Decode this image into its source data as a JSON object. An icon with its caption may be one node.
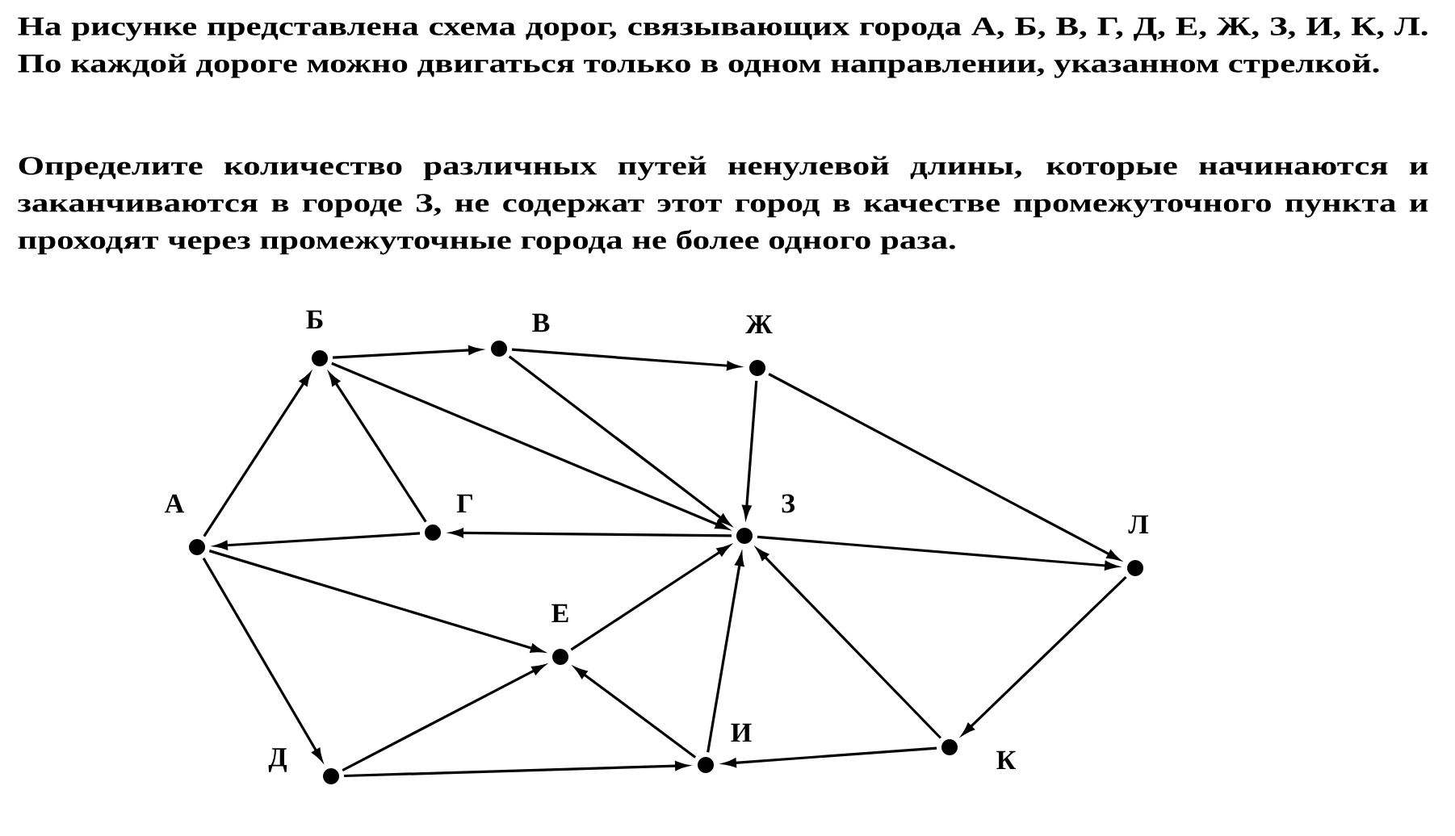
{
  "diagram": {
    "nodes": [
      {
        "text": [
          "А"
        ]
      },
      {
        "text": [
          "Б"
        ]
      },
      {
        "text": [
          "В"
        ]
      },
      {
        "text": [
          "Ж"
        ]
      },
      {
        "text": [
          "Г"
        ]
      },
      {
        "text": [
          "З"
        ]
      },
      {
        "text": [
          "Л"
        ]
      },
      {
        "text": [
          "Е"
        ]
      },
      {
        "text": [
          "Д"
        ]
      },
      {
        "text": [
          "И"
        ]
      },
      {
        "text": [
          "К"
        ]
      }
    ],
    "edges": [
      {
        "from": 0,
        "to": 1,
        "arrow": "to"
      },
      {
        "from": 1,
        "to": 2,
        "arrow": "to"
      },
      {
        "from": 2,
        "to": 3,
        "arrow": "to"
      },
      {
        "from": 1,
        "to": 5,
        "arrow": "to"
      },
      {
        "from": 2,
        "to": 5,
        "arrow": "to"
      },
      {
        "from": 3,
        "to": 5,
        "arrow": "to"
      },
      {
        "from": 3,
        "to": 6,
        "arrow": "to"
      },
      {
        "from": 4,
        "to": 1,
        "arrow": "to"
      },
      {
        "from": 5,
        "to": 4,
        "arrow": "to"
      },
      {
        "from": 4,
        "to": 0,
        "arrow": "to"
      },
      {
        "from": 5,
        "to": 6,
        "arrow": "to"
      },
      {
        "from": 0,
        "to": 7,
        "arrow": "to"
      },
      {
        "from": 0,
        "to": 8,
        "arrow": "to"
      },
      {
        "from": 8,
        "to": 7,
        "arrow": "to"
      },
      {
        "from": 8,
        "to": 9,
        "arrow": "to"
      },
      {
        "from": 9,
        "to": 7,
        "arrow": "to"
      },
      {
        "from": 7,
        "to": 5,
        "arrow": "to"
      },
      {
        "from": 9,
        "to": 5,
        "arrow": "to"
      },
      {
        "from": 10,
        "to": 5,
        "arrow": "to"
      },
      {
        "from": 10,
        "to": 9,
        "arrow": "to"
      },
      {
        "from": 6,
        "to": 10,
        "arrow": "to"
      }
    ],
    "labels": [
      "На рисунке представлена схема дорог, связывающих города А, Б, В, Г, Д, Е, Ж, З, И, К, Л. По каждой дороге можно двигаться только в одном направлении, указанном стрелкой.",
      "Определите количество различных путей ненулевой длины, которые начинаются и заканчиваются в городе З, не содержат этот город в качестве промежуточного пункта и проходят через промежуточные города не более одного раза."
    ]
  }
}
